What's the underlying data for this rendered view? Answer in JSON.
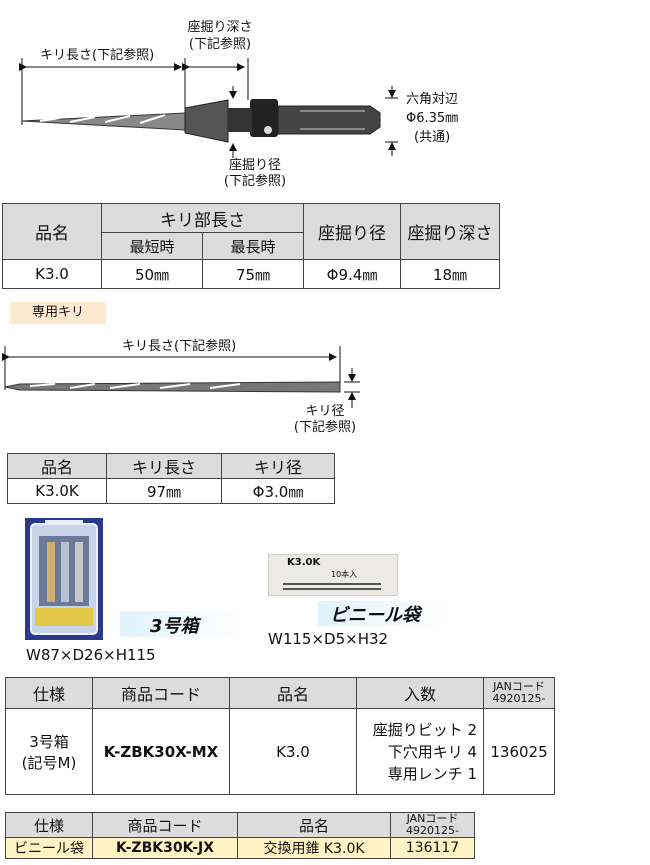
{
  "diagram1": {
    "length_label": "キリ長さ(下記参照)",
    "depth_label_1": "座掘り深さ",
    "depth_label_2": "(下記参照)",
    "diameter_label_1": "座掘り径",
    "diameter_label_2": "(下記参照)",
    "hex_label_1": "六角対辺",
    "hex_label_2": "Φ6.35㎜",
    "hex_label_3": "(共通)"
  },
  "table1": {
    "col_name": "品名",
    "col_length": "キリ部長さ",
    "col_min": "最短時",
    "col_max": "最長時",
    "col_diameter": "座掘り径",
    "col_depth": "座掘り深さ",
    "row": {
      "name": "K3.0",
      "min": "50㎜",
      "max": "75㎜",
      "diameter": "Φ9.4㎜",
      "depth": "18㎜"
    }
  },
  "section_tag": "専用キリ",
  "diagram2": {
    "length_label": "キリ長さ(下記参照)",
    "diameter_label_1": "キリ径",
    "diameter_label_2": "(下記参照)"
  },
  "table2": {
    "col_name": "品名",
    "col_length": "キリ長さ",
    "col_diameter": "キリ径",
    "row": {
      "name": "K3.0K",
      "length": "97㎜",
      "diameter": "Φ3.0㎜"
    }
  },
  "package1": {
    "caption": "3号箱",
    "dims": "W87×D26×H115"
  },
  "package2": {
    "caption": "ビニール袋",
    "dims": "W115×D5×H32",
    "bag_text": "K3.0K",
    "bag_sub": "10本入"
  },
  "table3": {
    "col_spec": "仕様",
    "col_code": "商品コード",
    "col_name": "品名",
    "col_qty": "入数",
    "col_jan_1": "JANコード",
    "col_jan_2": "4920125-",
    "row": {
      "spec_1": "3号箱",
      "spec_2": "(記号M)",
      "code": "K-ZBK30X-MX",
      "name": "K3.0",
      "qty_1": "座掘りビット 2",
      "qty_2": "下穴用キリ 4",
      "qty_3": "専用レンチ 1",
      "jan": "136025"
    }
  },
  "table4": {
    "col_spec": "仕様",
    "col_code": "商品コード",
    "col_name": "品名",
    "col_jan_1": "JANコード",
    "col_jan_2": "4920125-",
    "row": {
      "spec": "ビニール袋",
      "code": "K-ZBK30K-JX",
      "name": "交換用錐 K3.0K",
      "jan": "136117"
    }
  },
  "colors": {
    "header_gray": "#dcdcdc",
    "tag_bg": "#fde9cf",
    "row_highlight": "#fff3c4",
    "caption_bg": "#dff3fb"
  }
}
